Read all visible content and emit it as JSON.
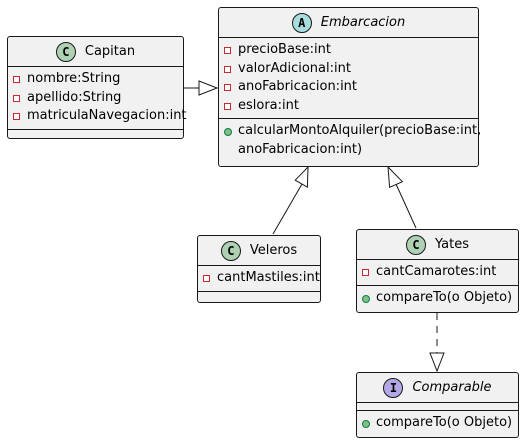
{
  "colors": {
    "class_fill": "#f1f1f1",
    "class_badge": "#add1b2",
    "abstract_badge": "#a9dcdf",
    "interface_badge": "#b4a7e5",
    "private_marker": "#c82930",
    "public_marker": "#84be84",
    "line": "#181818"
  },
  "classes": {
    "capitan": {
      "badge": "C",
      "name": "Capitan",
      "fields": [
        "nombre:String",
        "apellido:String",
        "matriculaNavegacion:int"
      ]
    },
    "embarcacion": {
      "badge": "A",
      "name": "Embarcacion",
      "fields": [
        "precioBase:int",
        "valorAdicional:int",
        "anoFabricacion:int",
        "eslora:int"
      ],
      "methods": [
        [
          "calcularMontoAlquiler(precioBase:int,",
          "anoFabricacion:int)"
        ]
      ]
    },
    "veleros": {
      "badge": "C",
      "name": "Veleros",
      "fields": [
        "cantMastiles:int"
      ]
    },
    "yates": {
      "badge": "C",
      "name": "Yates",
      "fields": [
        "cantCamarotes:int"
      ],
      "methods": [
        "compareTo(o Objeto)"
      ]
    },
    "comparable": {
      "badge": "I",
      "name": "Comparable",
      "methods": [
        "compareTo(o Objeto)"
      ]
    }
  },
  "relations": [
    {
      "from": "Capitan",
      "to": "Embarcacion",
      "kind": "generalization"
    },
    {
      "from": "Veleros",
      "to": "Embarcacion",
      "kind": "generalization"
    },
    {
      "from": "Yates",
      "to": "Embarcacion",
      "kind": "generalization"
    },
    {
      "from": "Yates",
      "to": "Comparable",
      "kind": "realization"
    }
  ]
}
